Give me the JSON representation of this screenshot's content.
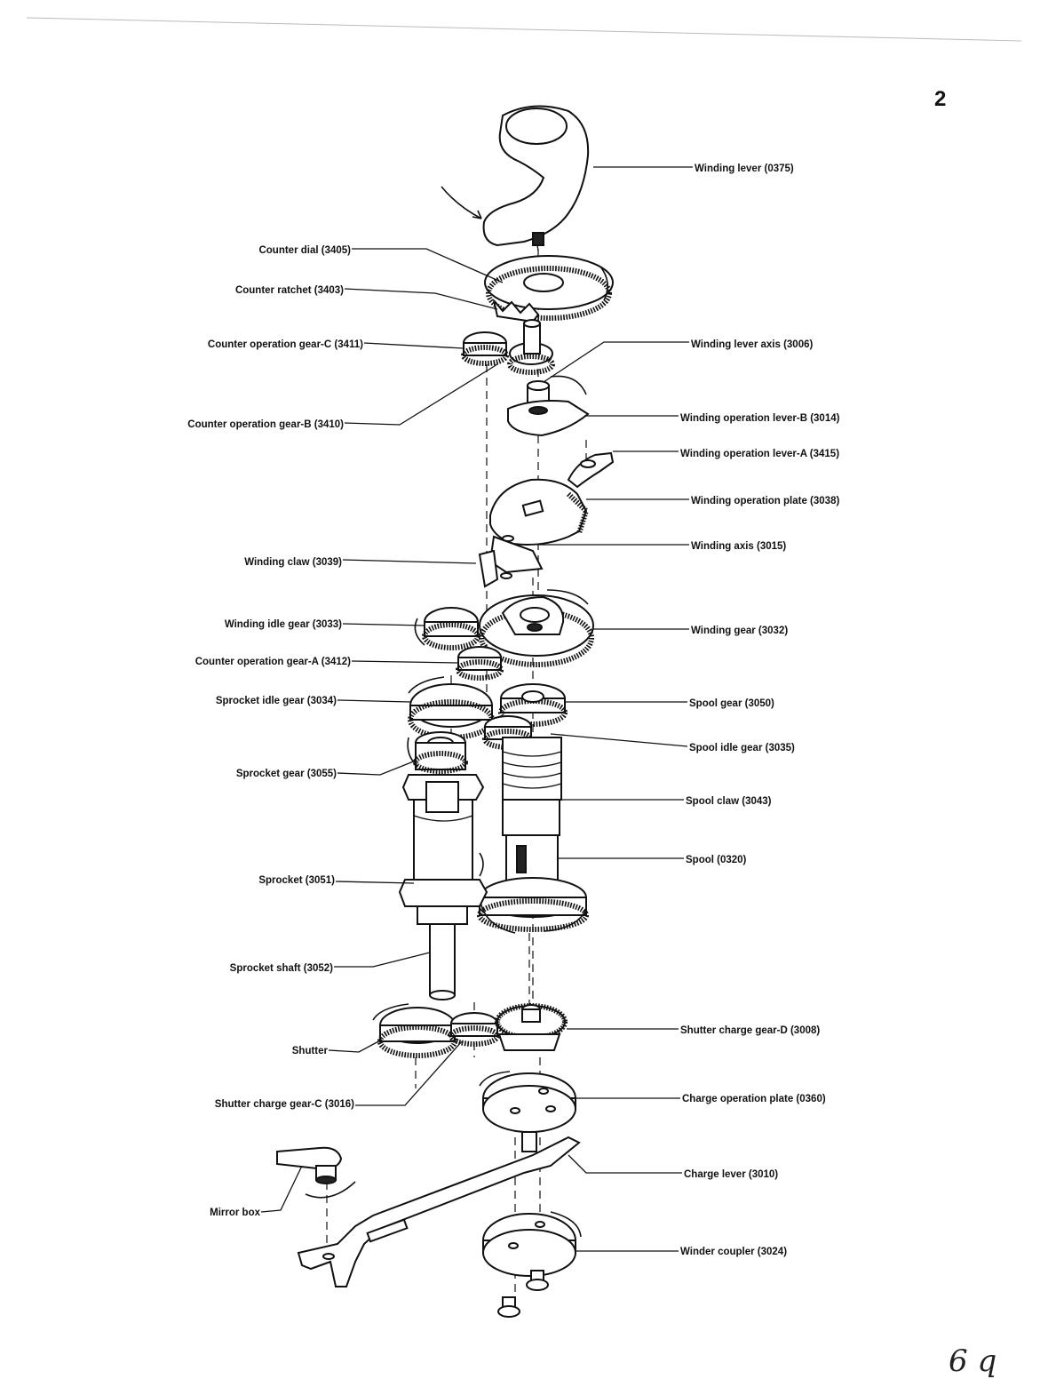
{
  "page_number": "2",
  "handwritten_note": "6 q",
  "labels": [
    {
      "id": "winding-lever",
      "text": "Winding lever (0375)",
      "side": "right"
    },
    {
      "id": "counter-dial",
      "text": "Counter dial (3405)",
      "side": "left"
    },
    {
      "id": "counter-ratchet",
      "text": "Counter ratchet (3403)",
      "side": "left"
    },
    {
      "id": "counter-operation-gear-c",
      "text": "Counter operation gear-C (3411)",
      "side": "left"
    },
    {
      "id": "winding-lever-axis",
      "text": "Winding lever axis (3006)",
      "side": "right"
    },
    {
      "id": "counter-operation-gear-b",
      "text": "Counter operation gear-B (3410)",
      "side": "left"
    },
    {
      "id": "winding-operation-lever-b",
      "text": "Winding operation lever-B (3014)",
      "side": "right"
    },
    {
      "id": "winding-operation-lever-a",
      "text": "Winding operation lever-A (3415)",
      "side": "right"
    },
    {
      "id": "winding-operation-plate",
      "text": "Winding operation plate (3038)",
      "side": "right"
    },
    {
      "id": "winding-axis",
      "text": "Winding axis (3015)",
      "side": "right"
    },
    {
      "id": "winding-claw",
      "text": "Winding claw (3039)",
      "side": "left"
    },
    {
      "id": "winding-idle-gear",
      "text": "Winding idle gear (3033)",
      "side": "left"
    },
    {
      "id": "winding-gear",
      "text": "Winding gear (3032)",
      "side": "right"
    },
    {
      "id": "counter-operation-gear-a",
      "text": "Counter operation gear-A (3412)",
      "side": "left"
    },
    {
      "id": "sprocket-idle-gear",
      "text": "Sprocket idle gear (3034)",
      "side": "left"
    },
    {
      "id": "spool-gear",
      "text": "Spool gear (3050)",
      "side": "right"
    },
    {
      "id": "spool-idle-gear",
      "text": "Spool idle gear (3035)",
      "side": "right"
    },
    {
      "id": "sprocket-gear",
      "text": "Sprocket gear (3055)",
      "side": "left"
    },
    {
      "id": "spool-claw",
      "text": "Spool claw (3043)",
      "side": "right"
    },
    {
      "id": "spool",
      "text": "Spool (0320)",
      "side": "right"
    },
    {
      "id": "sprocket",
      "text": "Sprocket (3051)",
      "side": "left"
    },
    {
      "id": "sprocket-shaft",
      "text": "Sprocket shaft (3052)",
      "side": "left"
    },
    {
      "id": "shutter-charge-gear-d",
      "text": "Shutter charge gear-D (3008)",
      "side": "right"
    },
    {
      "id": "shutter",
      "text": "Shutter",
      "side": "left"
    },
    {
      "id": "charge-operation-plate",
      "text": "Charge operation plate (0360)",
      "side": "right"
    },
    {
      "id": "shutter-charge-gear-c",
      "text": "Shutter charge gear-C (3016)",
      "side": "left"
    },
    {
      "id": "charge-lever",
      "text": "Charge lever (3010)",
      "side": "right"
    },
    {
      "id": "mirror-box",
      "text": "Mirror box",
      "side": "left"
    },
    {
      "id": "winder-coupler",
      "text": "Winder coupler (3024)",
      "side": "right"
    }
  ]
}
